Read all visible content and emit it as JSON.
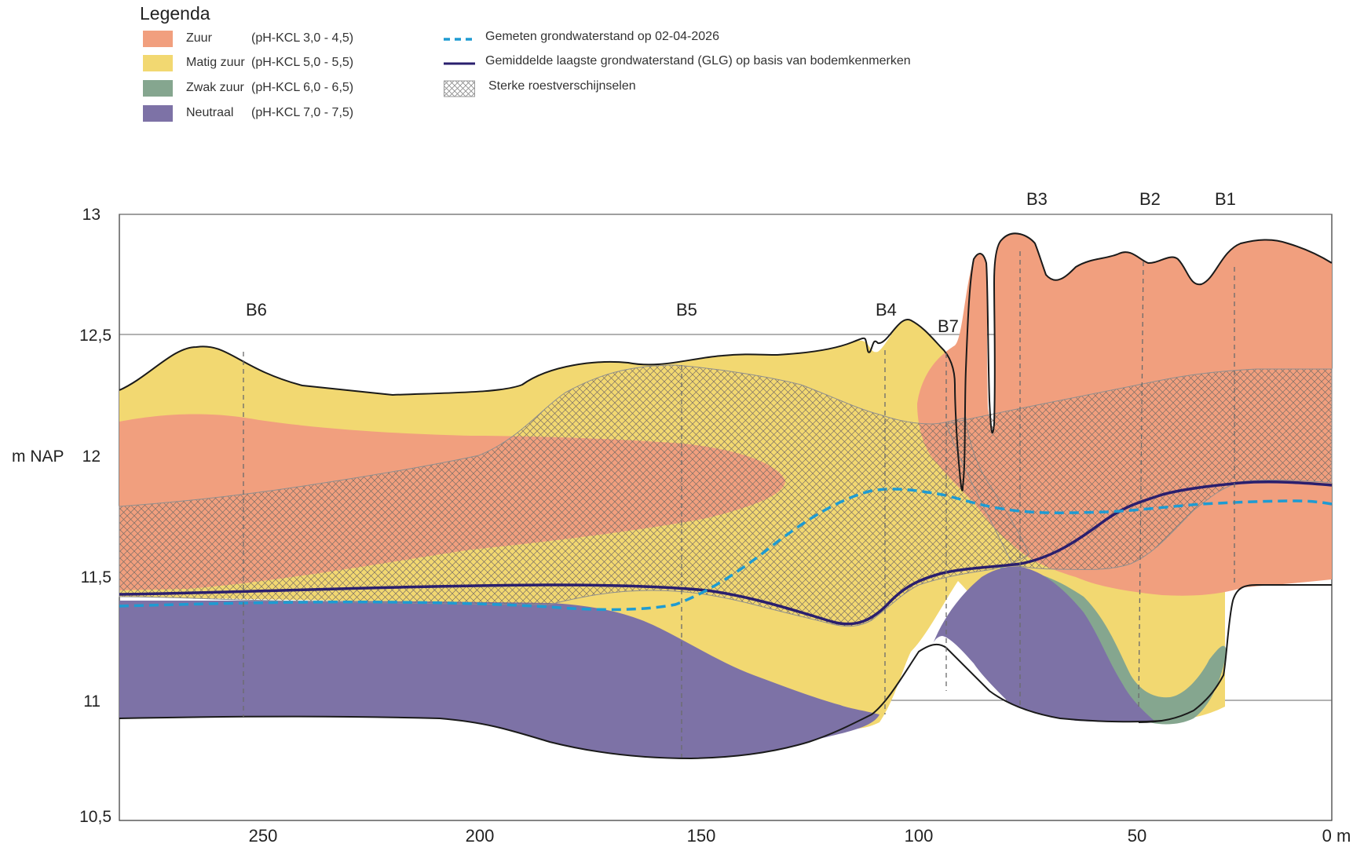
{
  "legend": {
    "title": "Legenda",
    "classes": [
      {
        "label": "Zuur",
        "range": "(pH-KCL 3,0 - 4,5)",
        "color": "#f19f7e"
      },
      {
        "label": "Matig zuur",
        "range": "(pH-KCL 5,0 - 5,5)",
        "color": "#f2d871"
      },
      {
        "label": "Zwak zuur",
        "range": "(pH-KCL 6,0 - 6,5)",
        "color": "#85a68f"
      },
      {
        "label": "Neutraal",
        "range": "(pH-KCL 7,0 - 7,5)",
        "color": "#7d72a6"
      }
    ],
    "lines": {
      "measured": {
        "label": "Gemeten grondwaterstand op 02-04-2026",
        "color": "#1e9bd2",
        "style": "dashed"
      },
      "glg": {
        "label": "Gemiddelde laagste grondwaterstand (GLG) op basis van bodemkenmerken",
        "color": "#2a1f6e",
        "style": "solid"
      },
      "rust": {
        "label": "Sterke roestverschijnselen",
        "pattern": "crosshatch"
      }
    }
  },
  "profile": {
    "y_axis_label": "m NAP",
    "y_ticks": [
      "13",
      "12,5",
      "12",
      "11,5",
      "11",
      "10,5"
    ],
    "x_ticks": [
      "250",
      "200",
      "150",
      "100",
      "50",
      "0 m"
    ],
    "boreholes": [
      "B6",
      "B5",
      "B4",
      "B7",
      "B3",
      "B2",
      "B1"
    ],
    "x_range_m": [
      0,
      280
    ],
    "y_range_m_nap": [
      10.5,
      13
    ]
  }
}
